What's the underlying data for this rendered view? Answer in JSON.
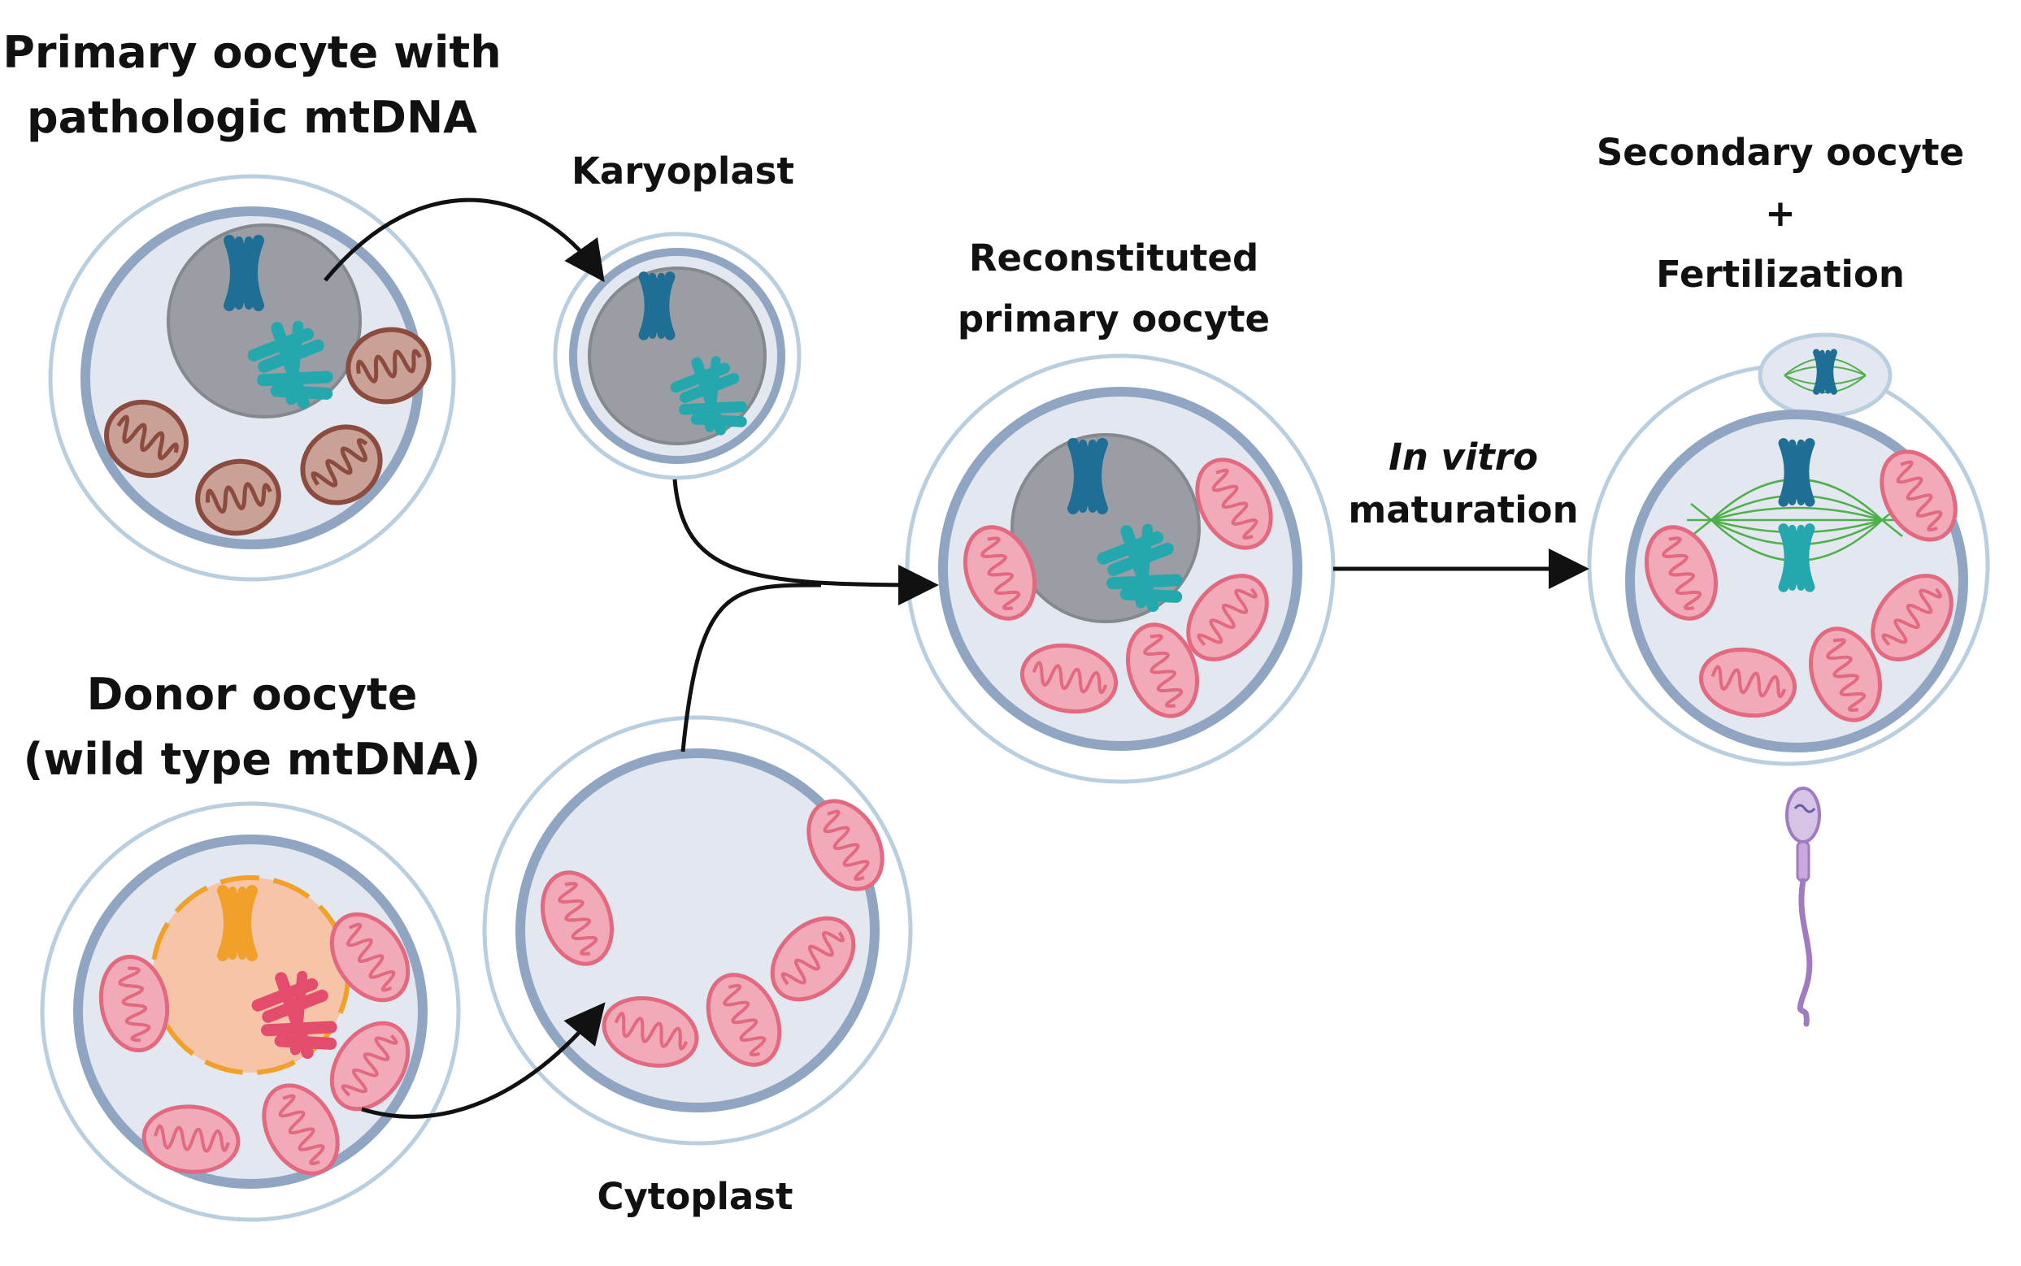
{
  "labels": {
    "primary_line1": "Primary oocyte with",
    "primary_line2": "pathologic mtDNA",
    "donor_line1": "Donor oocyte",
    "donor_line2": "(wild type mtDNA)",
    "karyoplast": "Karyoplast",
    "cytoplast": "Cytoplast",
    "reconstituted_line1": "Reconstituted",
    "reconstituted_line2": "primary oocyte",
    "ivm_italic": "In vitro",
    "ivm_line2": "maturation",
    "secondary_line1": "Secondary oocyte",
    "secondary_line2": "+",
    "secondary_line3": "Fertilization"
  },
  "colors": {
    "zona_outline": "#b9cfe0",
    "membrane": "#8fa5c2",
    "cytoplasm": "#e3e7ef",
    "nucleus": "#9a9da3",
    "chromosome_blue": "#1f6e96",
    "chromosome_teal": "#25a7ae",
    "mito_pathologic": "#8c4b3f",
    "mito_healthy": "#e2697f",
    "donor_nucleus": "#f6c4a7",
    "chromosome_orange": "#f1a02a",
    "chromosome_pink": "#e34c6c",
    "spindle": "#4fb04b",
    "sperm": "#a07bc0",
    "arrow": "#111111"
  }
}
